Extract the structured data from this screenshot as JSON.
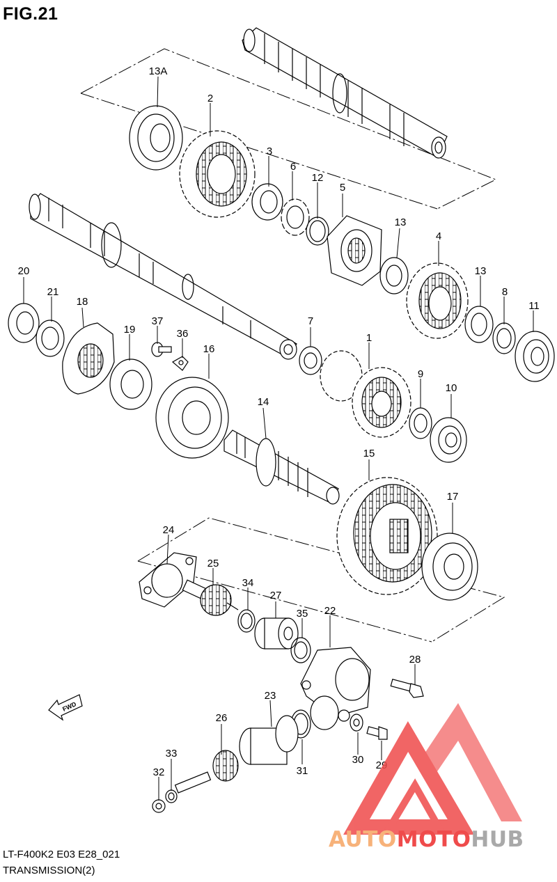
{
  "figure": {
    "title": "FIG.21"
  },
  "captions": {
    "model_code": "LT-F400K2 E03 E28_021",
    "section": "TRANSMISSION(2)"
  },
  "direction_arrow": {
    "label": "FWD",
    "icon": "arrow-left-icon"
  },
  "watermark": {
    "word_a": "AUTO",
    "word_b": "MOTO",
    "word_c": "HUB",
    "color_orange": "#f7b27a",
    "color_red": "#ef4b4b",
    "color_gray": "#a9a9a9"
  },
  "parts": [
    {
      "ref": "1"
    },
    {
      "ref": "2"
    },
    {
      "ref": "3"
    },
    {
      "ref": "4"
    },
    {
      "ref": "5"
    },
    {
      "ref": "6"
    },
    {
      "ref": "7"
    },
    {
      "ref": "8"
    },
    {
      "ref": "9"
    },
    {
      "ref": "10"
    },
    {
      "ref": "11"
    },
    {
      "ref": "12"
    },
    {
      "ref": "13"
    },
    {
      "ref": "13"
    },
    {
      "ref": "13A"
    },
    {
      "ref": "14"
    },
    {
      "ref": "15"
    },
    {
      "ref": "16"
    },
    {
      "ref": "17"
    },
    {
      "ref": "18"
    },
    {
      "ref": "19"
    },
    {
      "ref": "20"
    },
    {
      "ref": "21"
    },
    {
      "ref": "22"
    },
    {
      "ref": "23"
    },
    {
      "ref": "24"
    },
    {
      "ref": "25"
    },
    {
      "ref": "26"
    },
    {
      "ref": "27"
    },
    {
      "ref": "28"
    },
    {
      "ref": "29"
    },
    {
      "ref": "30"
    },
    {
      "ref": "31"
    },
    {
      "ref": "32"
    },
    {
      "ref": "33"
    },
    {
      "ref": "34"
    },
    {
      "ref": "35"
    },
    {
      "ref": "36"
    },
    {
      "ref": "37"
    }
  ]
}
